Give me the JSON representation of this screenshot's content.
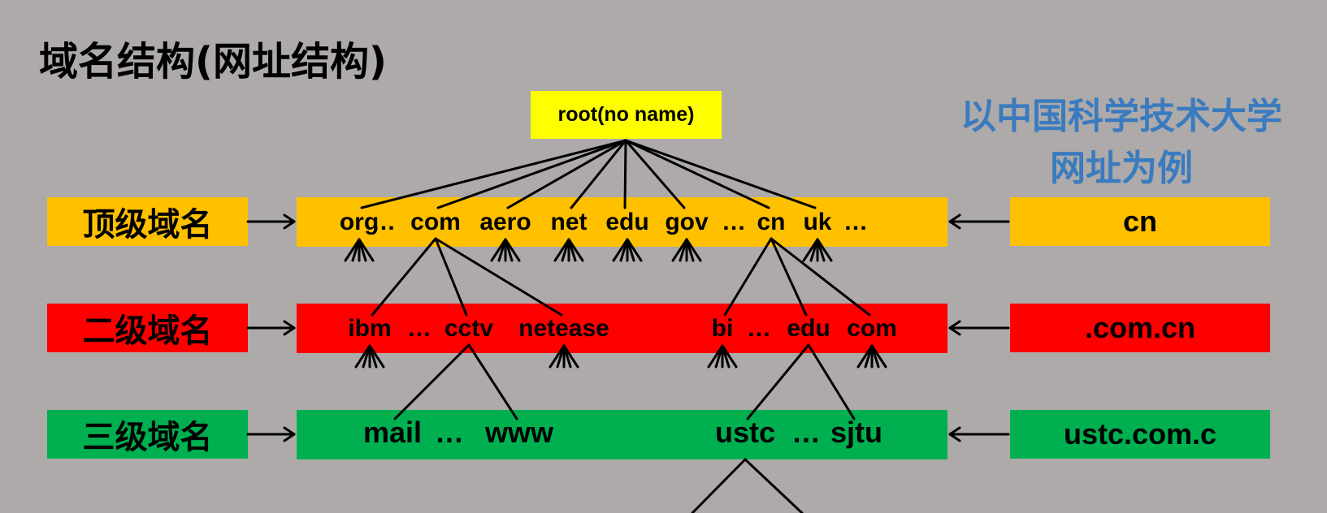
{
  "title": "域名结构(网址结构)",
  "root_label": "root(no name)",
  "note": [
    "以中国科学技术大学",
    "网址为例"
  ],
  "levels": [
    {
      "label": "顶级域名",
      "example": "cn",
      "color": "#ffc000"
    },
    {
      "label": "二级域名",
      "example": ".com.cn",
      "color": "#ff0000"
    },
    {
      "label": "三级域名",
      "example": "ustc.com.c",
      "color": "#00b050"
    }
  ],
  "tree": {
    "top": [
      {
        "id": "org",
        "text": "org",
        "parent": "root"
      },
      {
        "id": "top_e1",
        "text": "…"
      },
      {
        "id": "com",
        "text": "com",
        "parent": "root"
      },
      {
        "id": "aero",
        "text": "aero",
        "parent": "root"
      },
      {
        "id": "net",
        "text": "net",
        "parent": "root"
      },
      {
        "id": "edu_t",
        "text": "edu",
        "parent": "root"
      },
      {
        "id": "gov",
        "text": "gov",
        "parent": "root"
      },
      {
        "id": "top_e2",
        "text": "…"
      },
      {
        "id": "cn",
        "text": "cn",
        "parent": "root"
      },
      {
        "id": "uk",
        "text": "uk",
        "parent": "root"
      },
      {
        "id": "top_e3",
        "text": "…"
      }
    ],
    "second": [
      {
        "id": "ibm",
        "text": "ibm",
        "parent": "com"
      },
      {
        "id": "sec_e1",
        "text": "…"
      },
      {
        "id": "cctv",
        "text": "cctv",
        "parent": "com"
      },
      {
        "id": "netease",
        "text": "netease",
        "parent": "com"
      },
      {
        "id": "bi",
        "text": "bi",
        "parent": "cn"
      },
      {
        "id": "sec_e2",
        "text": "…"
      },
      {
        "id": "edu_s",
        "text": "edu",
        "parent": "cn"
      },
      {
        "id": "com_s",
        "text": "com",
        "parent": "cn"
      }
    ],
    "third": [
      {
        "id": "mail",
        "text": "mail",
        "parent": "cctv"
      },
      {
        "id": "thr_e1",
        "text": "…"
      },
      {
        "id": "www",
        "text": "www",
        "parent": "cctv"
      },
      {
        "id": "ustc",
        "text": "ustc",
        "parent": "edu_s"
      },
      {
        "id": "thr_e2",
        "text": "…"
      },
      {
        "id": "sjtu",
        "text": "sjtu",
        "parent": "edu_s"
      }
    ],
    "fanouts": [
      "org",
      "aero",
      "net",
      "edu_t",
      "gov",
      "uk",
      "ibm",
      "netease",
      "bi",
      "com_s"
    ],
    "continues_below": [
      "ustc"
    ]
  }
}
